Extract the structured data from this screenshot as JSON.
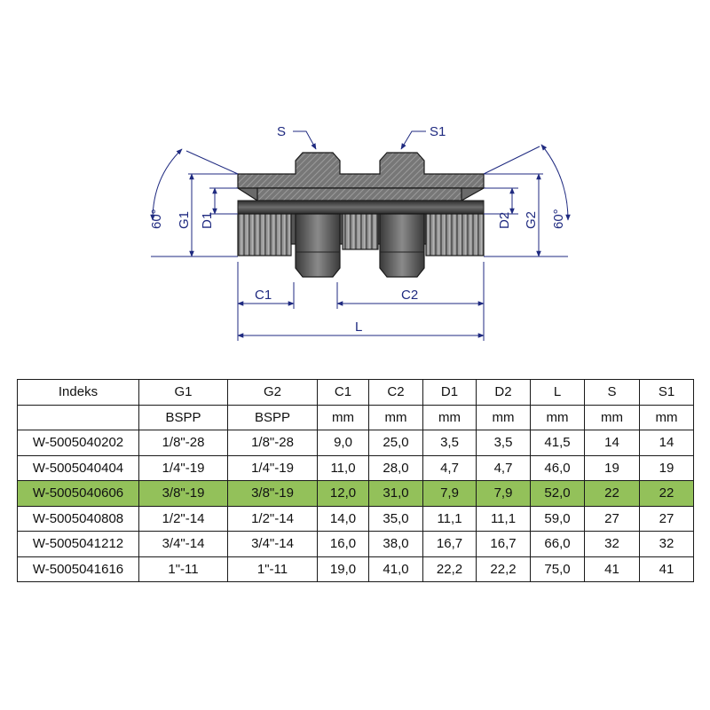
{
  "drawing": {
    "labels": {
      "s": "S",
      "s1": "S1",
      "g1": "G1",
      "d1": "D1",
      "d2": "D2",
      "g2": "G2",
      "angle_left": "60°",
      "angle_right": "60°",
      "c1": "C1",
      "c2": "C2",
      "l": "L"
    },
    "colors": {
      "dimension": "#1f2a80",
      "body": "#6b6b6b",
      "outline": "#1a1a1a"
    }
  },
  "table": {
    "header": [
      "Indeks",
      "G1",
      "G2",
      "C1",
      "C2",
      "D1",
      "D2",
      "L",
      "S",
      "S1"
    ],
    "units": [
      "",
      "BSPP",
      "BSPP",
      "mm",
      "mm",
      "mm",
      "mm",
      "mm",
      "mm",
      "mm"
    ],
    "highlight_color": "#93c15a",
    "highlight_row": 2,
    "rows": [
      [
        "W-5005040202",
        "1/8\"-28",
        "1/8\"-28",
        "9,0",
        "25,0",
        "3,5",
        "3,5",
        "41,5",
        "14",
        "14"
      ],
      [
        "W-5005040404",
        "1/4\"-19",
        "1/4\"-19",
        "11,0",
        "28,0",
        "4,7",
        "4,7",
        "46,0",
        "19",
        "19"
      ],
      [
        "W-5005040606",
        "3/8\"-19",
        "3/8\"-19",
        "12,0",
        "31,0",
        "7,9",
        "7,9",
        "52,0",
        "22",
        "22"
      ],
      [
        "W-5005040808",
        "1/2\"-14",
        "1/2\"-14",
        "14,0",
        "35,0",
        "11,1",
        "11,1",
        "59,0",
        "27",
        "27"
      ],
      [
        "W-5005041212",
        "3/4\"-14",
        "3/4\"-14",
        "16,0",
        "38,0",
        "16,7",
        "16,7",
        "66,0",
        "32",
        "32"
      ],
      [
        "W-5005041616",
        "1\"-11",
        "1\"-11",
        "19,0",
        "41,0",
        "22,2",
        "22,2",
        "75,0",
        "41",
        "41"
      ]
    ]
  }
}
